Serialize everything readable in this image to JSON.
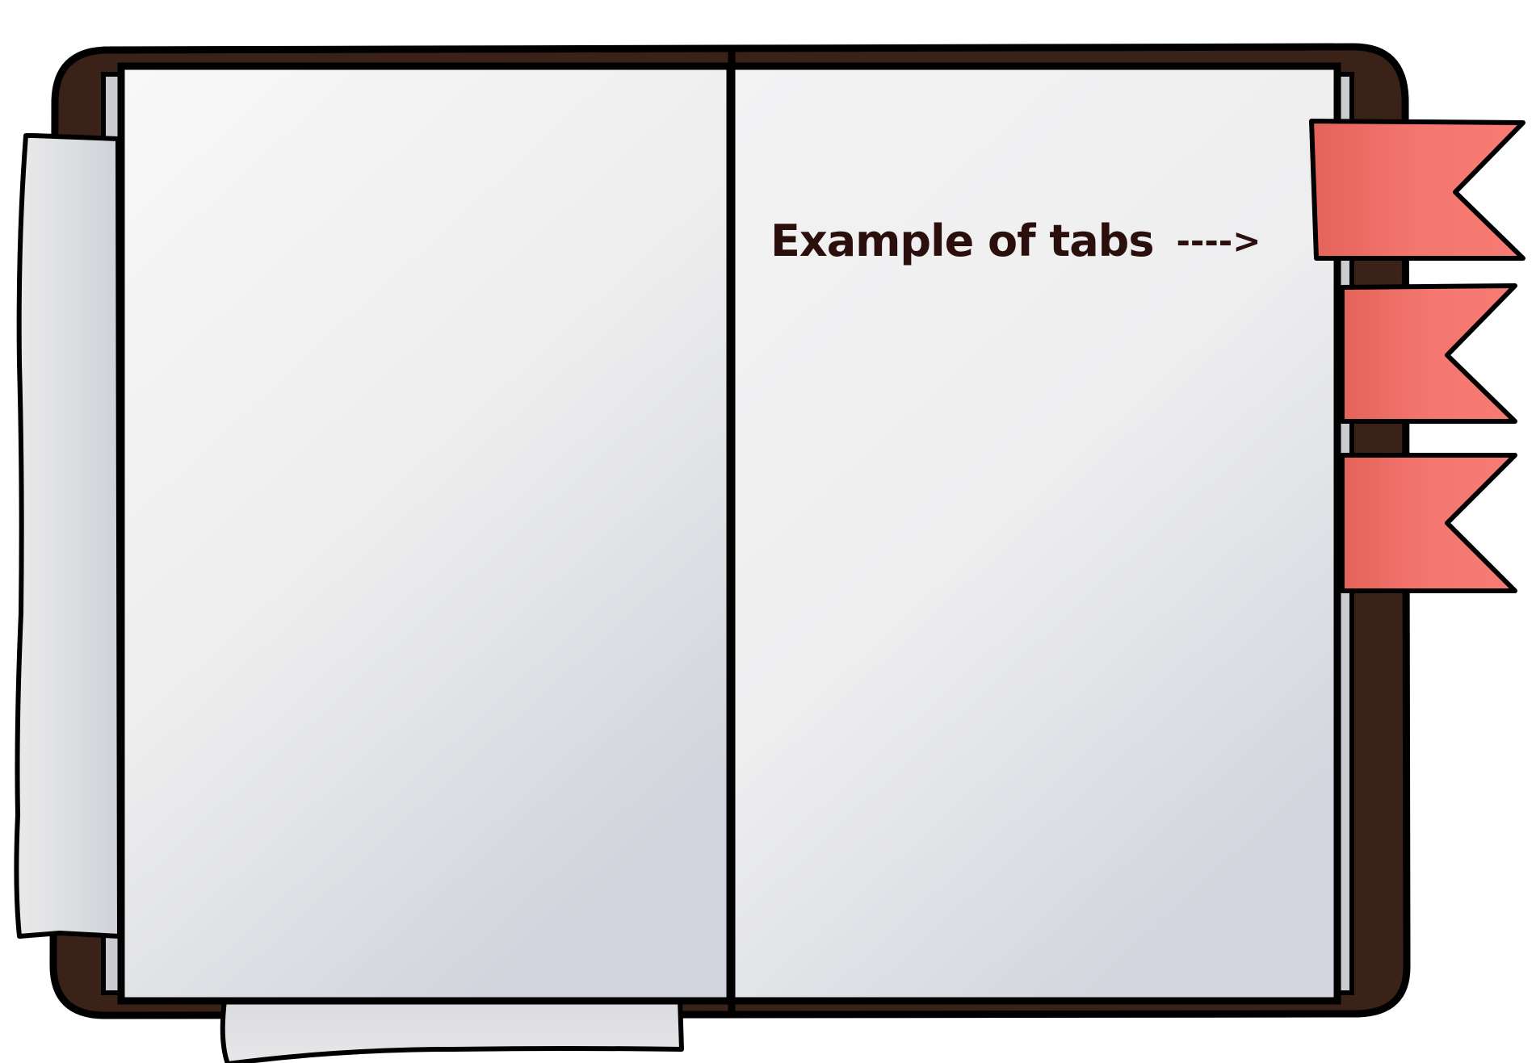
{
  "notebook": {
    "caption_text": "Example of tabs",
    "caption_arrow": "---->",
    "colors": {
      "cover": "#3a2219",
      "outline": "#000000",
      "page_light": "#f7f7f7",
      "page_shade": "#d3d6dd",
      "tab_fill": "#f47870",
      "tab_fill_dark": "#e4645c",
      "caption": "#2a0f0c"
    },
    "tabs": [
      {
        "id": "tab-1",
        "icon": "flag-tab"
      },
      {
        "id": "tab-2",
        "icon": "flag-tab"
      },
      {
        "id": "tab-3",
        "icon": "flag-tab"
      }
    ]
  }
}
